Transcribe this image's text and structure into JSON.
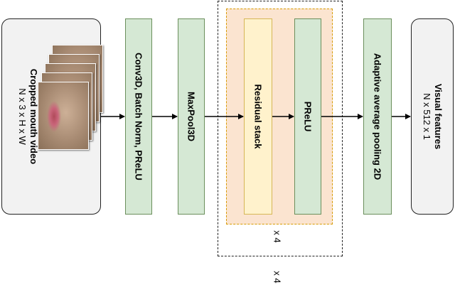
{
  "input": {
    "title": "Cropped mouth video",
    "shape": "N x 3 x H x W"
  },
  "blocks": {
    "conv": "Conv3D, Batch Norm, PReLU",
    "pool": "MaxPool3D",
    "residual": "Residual stack",
    "prelu": "PReLU",
    "adaptive": "Adaptive average pooling 2D"
  },
  "output": {
    "title": "Visual features",
    "shape": "N x 512 x 1"
  },
  "repeat": {
    "inner": "x 4",
    "outer": "x 4"
  },
  "colors": {
    "green_fill": "#d5e8d4",
    "yellow_fill": "#fff2cc",
    "orange_fill": "#fbe4d0",
    "grey_fill": "#f2f2f2"
  }
}
